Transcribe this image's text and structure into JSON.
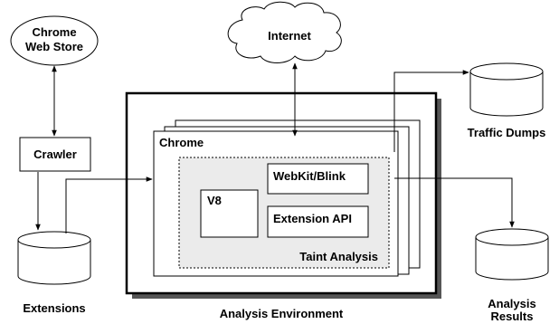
{
  "nodes": {
    "chrome_web_store": {
      "line1": "Chrome",
      "line2": "Web Store"
    },
    "internet": {
      "label": "Internet"
    },
    "crawler": {
      "label": "Crawler"
    },
    "extensions": {
      "label": "Extensions"
    },
    "chrome": {
      "label": "Chrome"
    },
    "webkit": {
      "label": "WebKit/Blink"
    },
    "v8": {
      "label": "V8"
    },
    "extension_api": {
      "label": "Extension API"
    },
    "taint_analysis": {
      "label": "Taint Analysis"
    },
    "traffic_dumps": {
      "label": "Traffic Dumps"
    },
    "analysis_results": {
      "line1": "Analysis",
      "line2": "Results"
    },
    "analysis_environment": {
      "label": "Analysis Environment"
    }
  },
  "colors": {
    "taint_fill": "#ebebeb",
    "shadow": "#555555",
    "stroke": "#000000"
  }
}
